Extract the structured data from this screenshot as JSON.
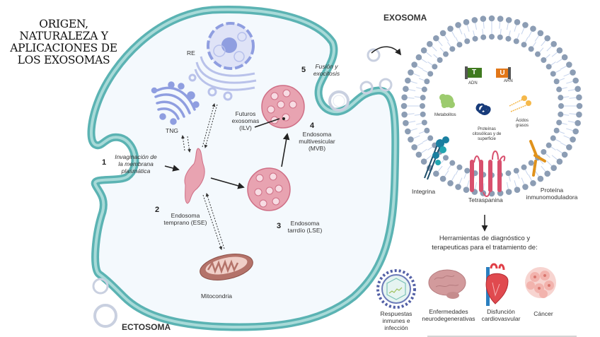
{
  "title": "ORIGEN,\nNATURALEZA Y\nAPLICACIONES DE\nLOS EXOSOMAS",
  "colors": {
    "membrane": "#5bb3b3",
    "membrane_inner": "#a8dad8",
    "cytoplasm": "#f4f9fd",
    "endosome": "#e8a3b1",
    "endosome_stroke": "#cf6f86",
    "organelle_blue": "#8f9ee0",
    "mitochondria": "#b4736a",
    "lipid_head": "#8c9db4",
    "vesicle": "#c9d0e0"
  },
  "cell": {
    "steps": [
      {
        "number": "1",
        "label": "Invaginación de\nla membrana\nplasmática"
      },
      {
        "number": "2",
        "label": "Endosoma\ntemprano (ESE)"
      },
      {
        "number": "3",
        "label": "Endosoma\ntarrdío (LSE)"
      },
      {
        "number": "4",
        "label": "Endosoma\nmultivesicular\n(MVB)"
      },
      {
        "number": "5",
        "label": "Fusión  y\nexocitosis"
      }
    ],
    "organelles": {
      "re": "RE",
      "tng": "TNG",
      "mitochondria": "Mitocondria",
      "ilv": "Futuros\nexosomas\n(ILV)"
    },
    "ectosome_label": "ECTOSOMA"
  },
  "exosome": {
    "heading": "EXOSOMA",
    "cargo": {
      "dna": {
        "letter": "T",
        "label": "ADN"
      },
      "rna": {
        "letter": "U",
        "label": "ARN"
      },
      "metabolites": "Metabolitos",
      "proteins": "Proteínas\ncitosólicas y de\nsuperficie",
      "fatty_acids": "Ácidos\ngrasos"
    },
    "membrane_proteins": {
      "integrin": "Integrina",
      "tetraspanin": "Tetraspanina",
      "immunomodulator": "Proteína\ninmunomoduladora"
    }
  },
  "applications": {
    "heading": "Herramientas de diagnóstico y\nterapeuticas para el tratamiento de:",
    "items": [
      {
        "label": "Respuestas\ninmunes e\ninfección"
      },
      {
        "label": "Enfermedades\nneurodegenerativas"
      },
      {
        "label": "Disfunción\ncardiovasvular"
      },
      {
        "label": "Cáncer"
      }
    ]
  }
}
